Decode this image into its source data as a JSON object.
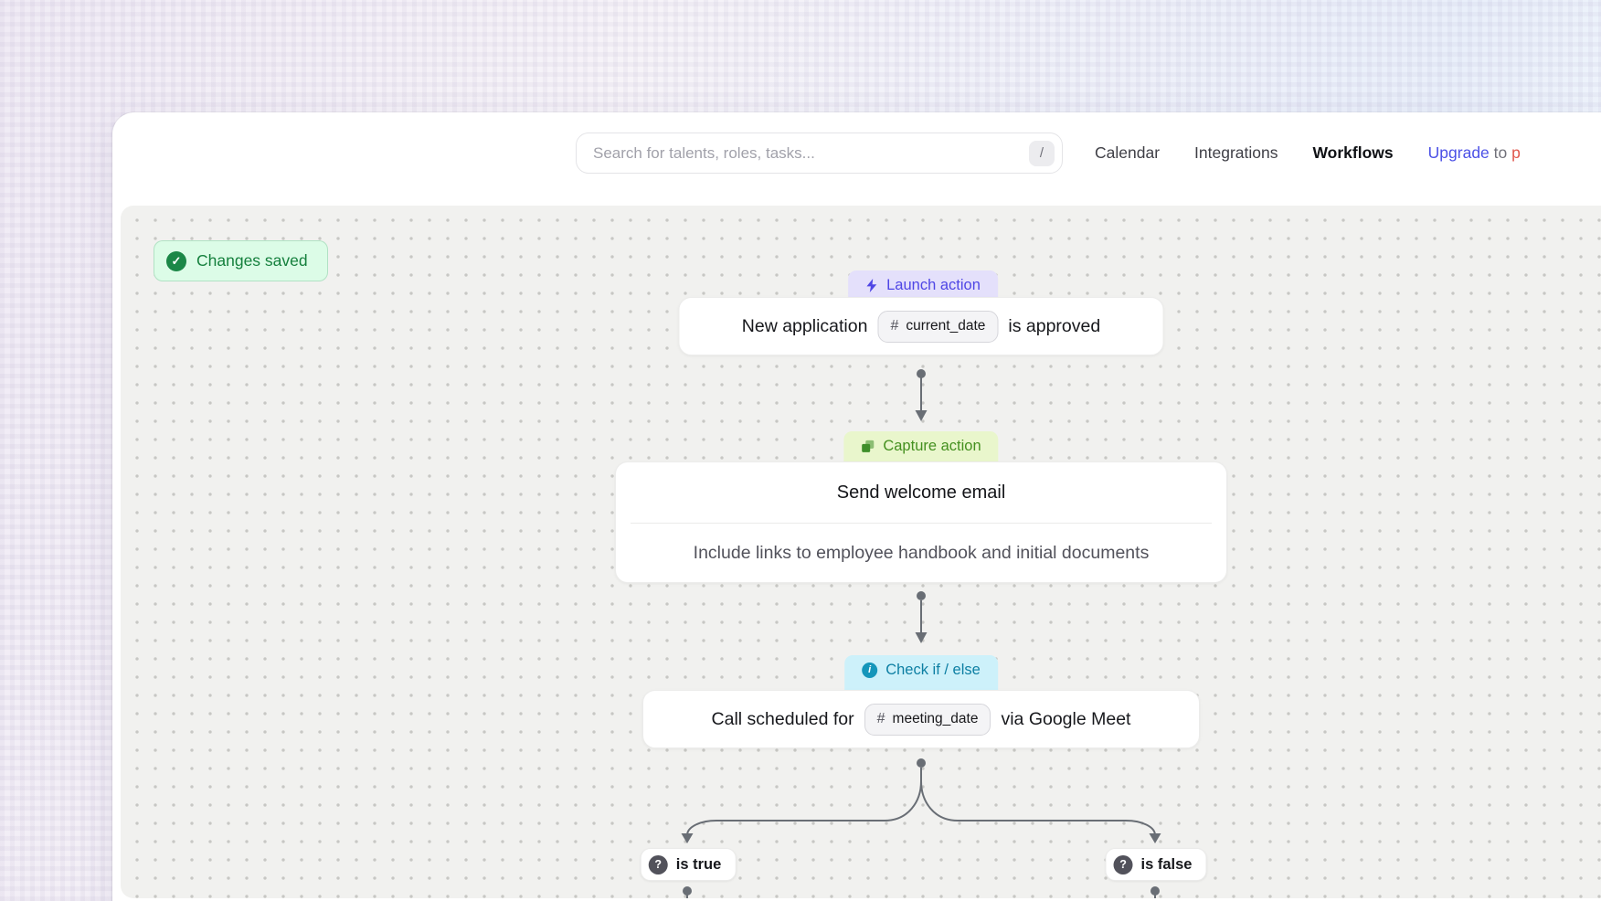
{
  "header": {
    "search": {
      "placeholder": "Search for talents, roles, tasks...",
      "shortcut_key": "/"
    },
    "nav": {
      "calendar": "Calendar",
      "integrations": "Integrations",
      "workflows": "Workflows",
      "active_item": "Workflows"
    },
    "upgrade": {
      "link": "Upgrade",
      "middle": "to",
      "plan": "p"
    }
  },
  "canvas": {
    "status": {
      "label": "Changes saved"
    },
    "chip_prefix": "#",
    "nodes": {
      "launch": {
        "badge": "Launch action",
        "text_before": "New application",
        "chip": "current_date",
        "text_after": "is approved"
      },
      "capture": {
        "badge": "Capture action",
        "title": "Send welcome email",
        "subtitle": "Include links to employee handbook and initial documents"
      },
      "check": {
        "badge": "Check if / else",
        "text_before": "Call scheduled for",
        "chip": "meeting_date",
        "text_after": "via Google Meet"
      }
    },
    "branches": {
      "true_label": "is true",
      "false_label": "is false"
    }
  },
  "icons": {
    "check": "✓",
    "info": "i",
    "question": "?"
  },
  "colors": {
    "traffic_red": "#df6159",
    "traffic_yellow": "#eec23d",
    "traffic_green": "#61b764",
    "saved_bg": "#dcfce7",
    "saved_text": "#15803d",
    "launch_bg": "#e4e0fb",
    "launch_text": "#4f46e5",
    "capture_bg": "#e9f6cc",
    "capture_text": "#44901f",
    "check_bg": "#cdf1fa",
    "check_text": "#0d7fa3",
    "upgrade_link": "#4c51e6",
    "upgrade_plan": "#e0584e",
    "connector": "#696e75",
    "canvas_bg": "#f1f1ef"
  }
}
